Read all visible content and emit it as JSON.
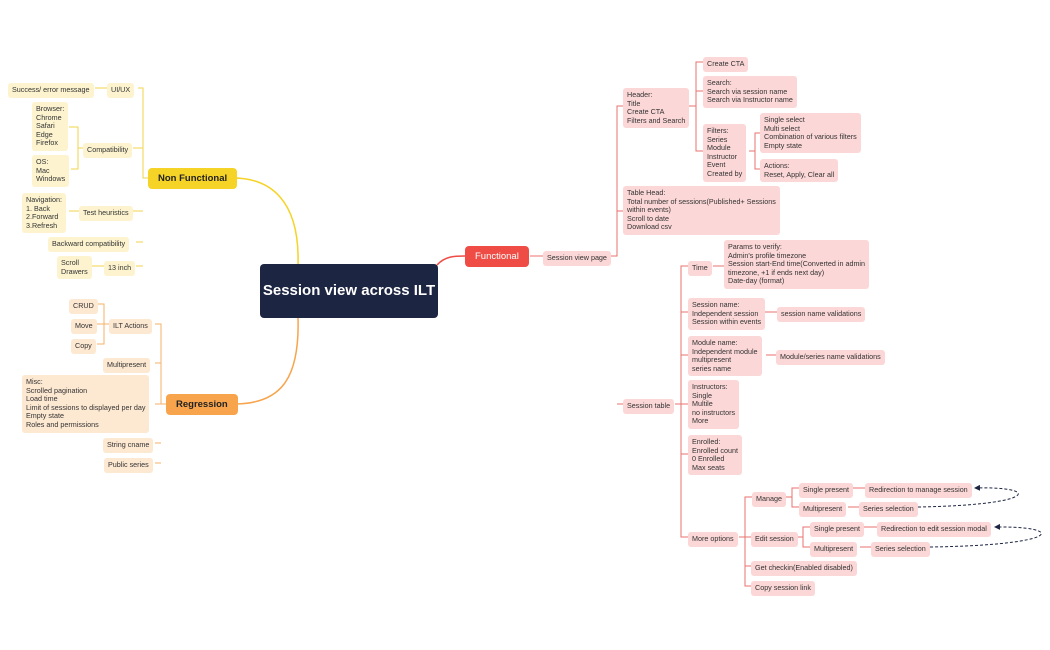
{
  "center": "Session view across ILT",
  "non_functional": {
    "label": "Non Functional",
    "ui_ux": "UI/UX",
    "success_error": "Success/ error message",
    "compatibility": "Compatibility",
    "browser": "Browser:\nChrome\nSafari\nEdge\nFirefox",
    "os": "OS:\nMac\nWindows",
    "test_heuristics": "Test heuristics",
    "navigation": "Navigation:\n1. Back\n2.Forward\n3.Refresh",
    "backward": "Backward compatibility",
    "inch13": "13 inch",
    "scroll_drawers": "Scroll\nDrawers"
  },
  "regression": {
    "label": "Regression",
    "ilt_actions": "ILT Actions",
    "crud": "CRUD",
    "move": "Move",
    "copy": "Copy",
    "multipresent": "Multipresent",
    "misc": "Misc:\nScrolled pagination\nLoad time\nLimit of sessions to displayed per day\nEmpty state\nRoles and permissions",
    "string_cname": "String cname",
    "public_series": "Public series"
  },
  "functional": {
    "label": "Functional",
    "session_view_page": "Session view page",
    "header": "Header:\nTitle\nCreate CTA\nFilters and Search",
    "create_cta": "Create CTA",
    "search": "Search:\nSearch via session name\nSearch via Instructor name",
    "filters": "Filters:\nSeries\nModule\nInstructor\nEvent\nCreated by",
    "filter_select": "Single select\nMulti select\nCombination of various filters\nEmpty state",
    "actions": "Actions:\nReset, Apply, Clear all",
    "table_head": "Table Head:\nTotal number of sessions(Published+ Sessions\nwithin events)\nScroll to date\nDownload csv",
    "session_table": "Session table",
    "time": "Time",
    "params": "Params to verify:\nAdmin's profile timezone\nSession start-End time(Converted in admin\ntimezone, +1 if ends next day)\nDate-day (format)",
    "session_name": "Session name:\nIndependent session\nSession within events",
    "session_name_val": "session name validations",
    "module_name": "Module name:\nIndependent module\nmultipresent\nseries name",
    "module_val": "Module/series name validations",
    "instructors": "Instructors:\nSingle\nMultile\nno instructors\nMore",
    "enrolled": "Enrolled:\nEnrolled count\n0 Enrolled\nMax seats",
    "more_options": "More options",
    "manage": "Manage",
    "single_present_1": "Single present",
    "redirect_manage": "Redirection to manage session",
    "multipresent_1": "Multipresent",
    "series_sel_1": "Series selection",
    "edit_session": "Edit session",
    "single_present_2": "Single present",
    "redirect_edit": "Redirection to edit session modal",
    "multipresent_2": "Multipresent",
    "series_sel_2": "Series selection",
    "get_checkin": "Get checkin(Enabled disabled)",
    "copy_link": "Copy session link"
  },
  "colors": {
    "non_functional": "#f5d327",
    "regression": "#f7a44c",
    "functional": "#ee4c44",
    "center": "#1c2541",
    "dashed_arrow": "#1c2541"
  }
}
